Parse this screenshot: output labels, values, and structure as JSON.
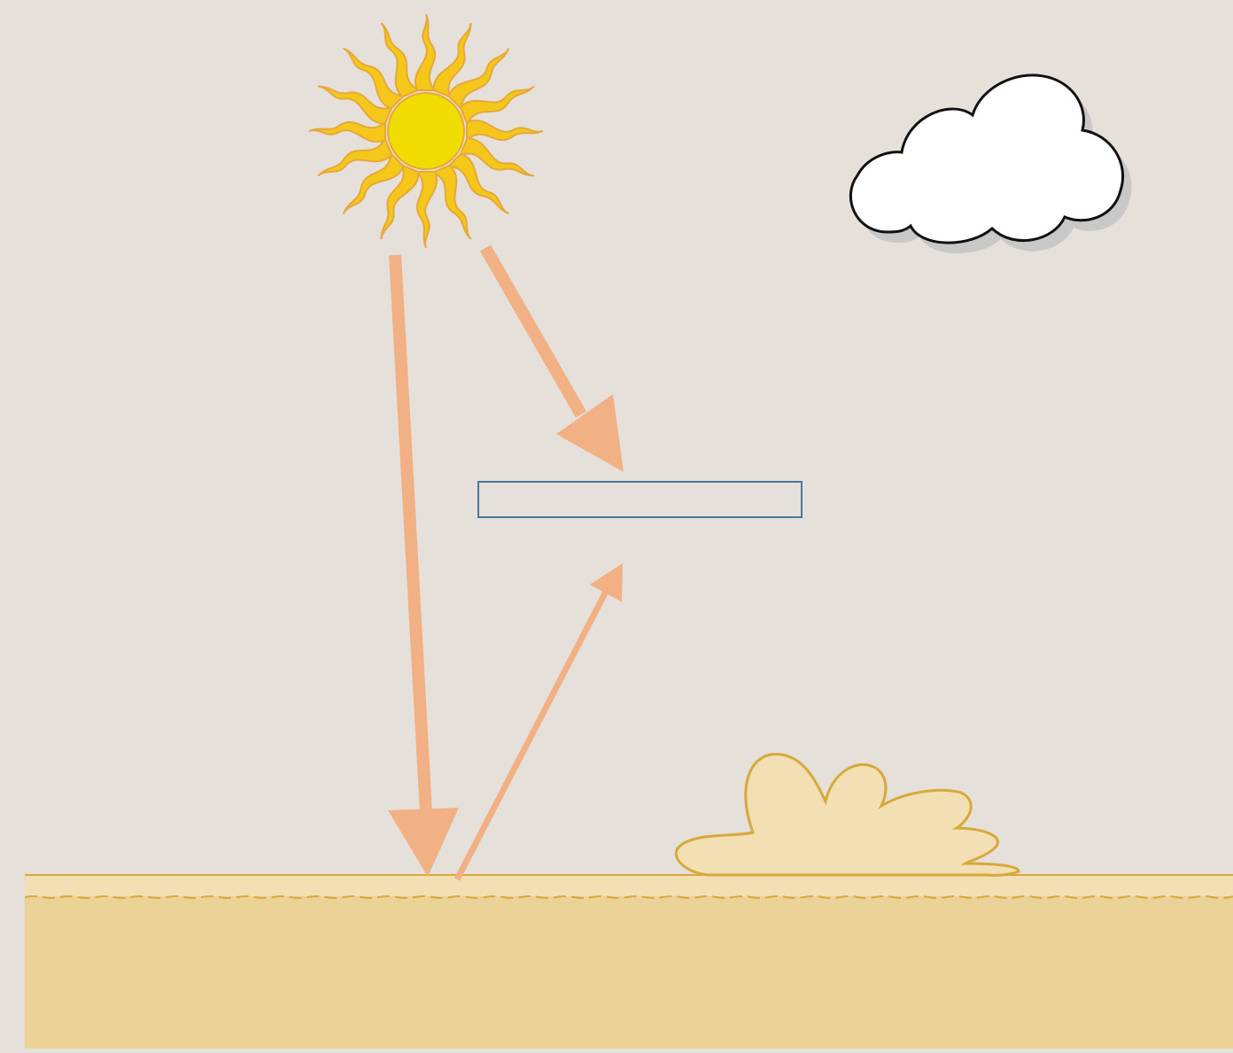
{
  "diagram": {
    "elements": {
      "sun": {
        "icon": "sun-icon"
      },
      "cloud": {
        "icon": "cloud-icon"
      },
      "panel": {
        "icon": "panel-box",
        "label": ""
      },
      "dust_cloud": {
        "icon": "dust-cloud-icon"
      },
      "ground": {
        "icon": "ground"
      }
    },
    "arrows": [
      {
        "id": "direct-beam",
        "from": "sun",
        "to": "ground"
      },
      {
        "id": "beam-to-panel",
        "from": "sun",
        "to": "panel"
      },
      {
        "id": "reflected-beam",
        "from": "ground",
        "to": "panel"
      }
    ]
  },
  "colors": {
    "background": "#e6e0da",
    "sun_core": "#f0dc00",
    "sun_ray": "#f5c71a",
    "sun_outline": "#e7a83a",
    "arrow": "#f2b184",
    "panel_border": "#4a76a0",
    "cloud_fill": "#ffffff",
    "cloud_shadow": "#c8c8c8",
    "cloud_outline": "#111111",
    "ground_light": "#f2dfb3",
    "ground_dark": "#ebd297",
    "ground_line": "#d7a93a",
    "dust_fill": "#f2dfb3",
    "dust_outline": "#d7a93a"
  }
}
